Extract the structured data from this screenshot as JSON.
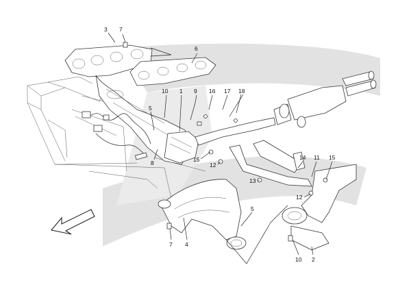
{
  "callouts": {
    "c3": "3",
    "c7a": "7",
    "c6": "6",
    "c10a": "10",
    "c1": "1",
    "c9": "9",
    "c16": "16",
    "c17": "17",
    "c18": "18",
    "c5a": "5",
    "c8": "8",
    "c15a": "15",
    "c12a": "12",
    "c14": "14",
    "c11": "11",
    "c15b": "15",
    "c13": "13",
    "c12b": "12",
    "c5b": "5",
    "c7b": "7",
    "c4": "4",
    "c10b": "10",
    "c2": "2"
  },
  "colors": {
    "background": "#ffffff",
    "shade": "#e0e0e0",
    "line": "#222222"
  },
  "icons": {
    "direction_arrow": "front-direction-arrow-icon"
  }
}
